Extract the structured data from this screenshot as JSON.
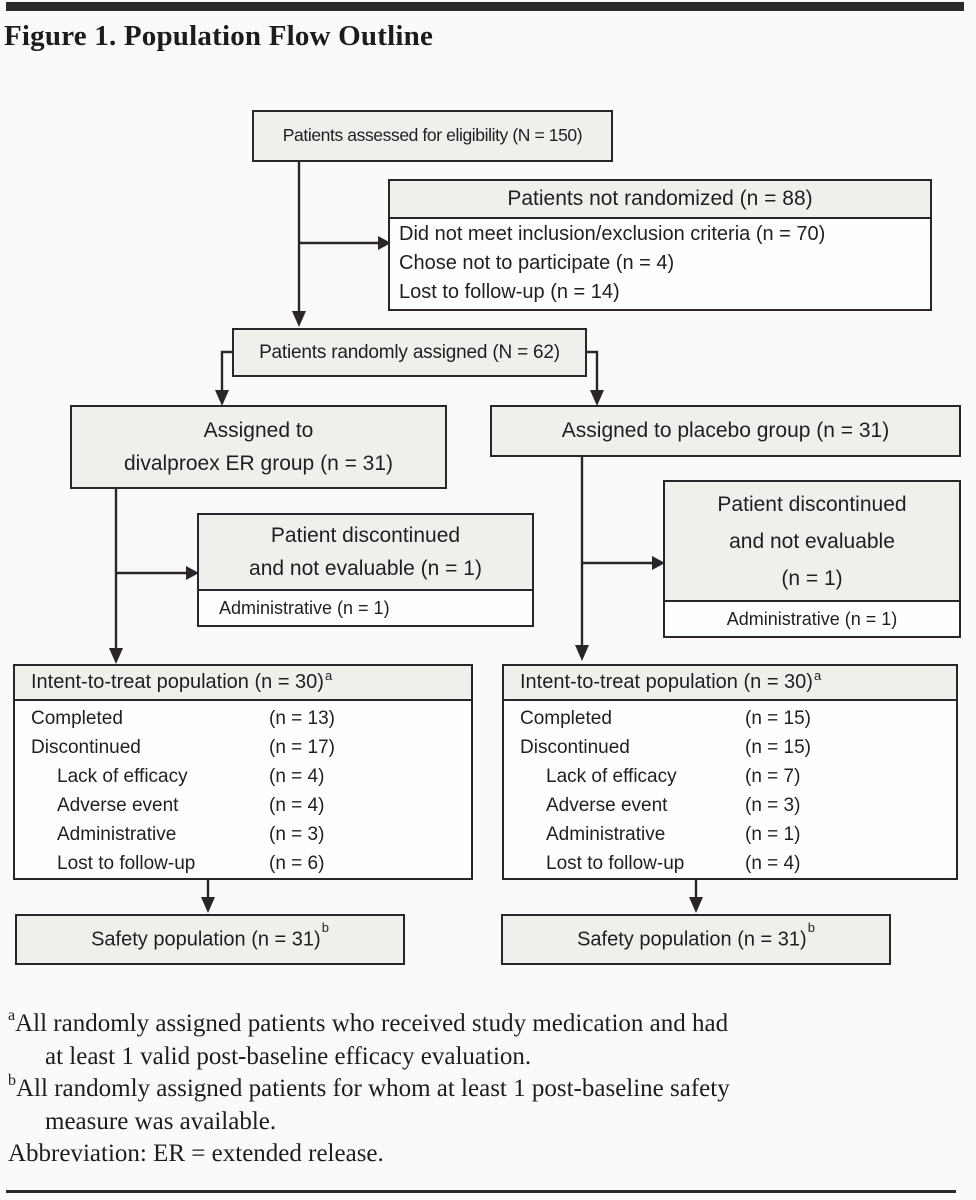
{
  "figure": {
    "title": "Figure 1. Population Flow Outline"
  },
  "flow": {
    "eligibility": "Patients assessed for eligibility (N = 150)",
    "not_randomized": {
      "header": "Patients not randomized (n = 88)",
      "items": [
        "Did not meet inclusion/exclusion criteria (n = 70)",
        "Chose not to participate (n = 4)",
        "Lost to follow-up (n = 14)"
      ]
    },
    "randomized": "Patients randomly assigned (N = 62)",
    "divalproex_arm": {
      "assigned_line1": "Assigned to",
      "assigned_line2": "divalproex ER group (n = 31)",
      "discontinued": {
        "header_line1": "Patient discontinued",
        "header_line2": "and not evaluable (n = 1)",
        "reason": "Administrative (n = 1)"
      },
      "itt": {
        "header": "Intent-to-treat population (n = 30)",
        "header_sup": "a",
        "rows": [
          {
            "label": "Completed",
            "count": "(n = 13)"
          },
          {
            "label": "Discontinued",
            "count": "(n = 17)"
          },
          {
            "label": "Lack of efficacy",
            "count": "(n = 4)"
          },
          {
            "label": "Adverse event",
            "count": "(n = 4)"
          },
          {
            "label": "Administrative",
            "count": "(n = 3)"
          },
          {
            "label": "Lost to follow-up",
            "count": "(n = 6)"
          }
        ]
      },
      "safety": {
        "label": "Safety population (n = 31)",
        "sup": "b"
      }
    },
    "placebo_arm": {
      "assigned": "Assigned to placebo group (n = 31)",
      "discontinued": {
        "header_line1": "Patient discontinued",
        "header_line2": "and not evaluable",
        "header_line3": "(n = 1)",
        "reason": "Administrative (n = 1)"
      },
      "itt": {
        "header": "Intent-to-treat population (n = 30)",
        "header_sup": "a",
        "rows": [
          {
            "label": "Completed",
            "count": "(n = 15)"
          },
          {
            "label": "Discontinued",
            "count": "(n = 15)"
          },
          {
            "label": "Lack of efficacy",
            "count": "(n = 7)"
          },
          {
            "label": "Adverse event",
            "count": "(n = 3)"
          },
          {
            "label": "Administrative",
            "count": "(n = 1)"
          },
          {
            "label": "Lost to follow-up",
            "count": "(n = 4)"
          }
        ]
      },
      "safety": {
        "label": "Safety population (n = 31)",
        "sup": "b"
      }
    }
  },
  "footnotes": {
    "a": {
      "sup": "a",
      "line1": "All randomly assigned patients who received study medication and had",
      "line2": "at least 1 valid post-baseline efficacy evaluation."
    },
    "b": {
      "sup": "b",
      "line1": "All randomly assigned patients for whom at least 1 post-baseline safety",
      "line2": "measure was available."
    },
    "abbreviation": "Abbreviation: ER = extended release."
  }
}
